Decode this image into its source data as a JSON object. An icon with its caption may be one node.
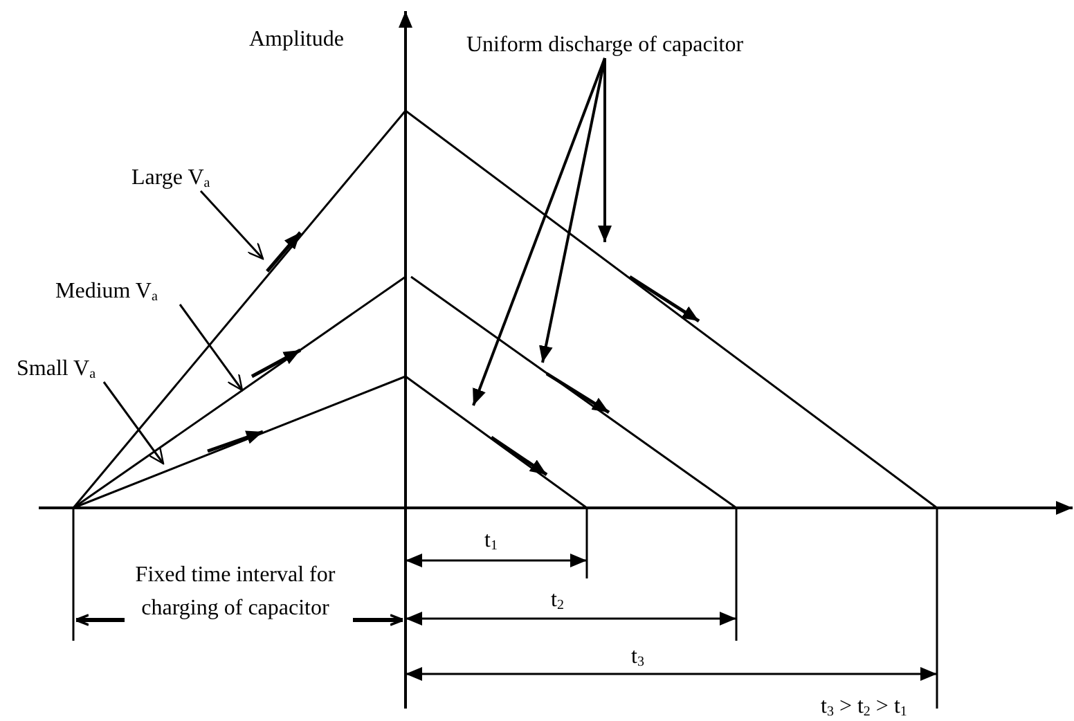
{
  "diagram": {
    "nodes": [
      {
        "text": [
          "Large V$_{a}$"
        ]
      },
      {
        "text": [
          "Medium V$_{a}$"
        ]
      },
      {
        "text": [
          "Small V$_{a}$"
        ]
      },
      {
        "text": [
          "Uniform discharge of capacitor"
        ]
      }
    ],
    "edges": [
      {
        "from": 0,
        "to": null,
        "arrow": "to"
      },
      {
        "from": 1,
        "to": null,
        "arrow": "to"
      },
      {
        "from": 2,
        "to": null,
        "arrow": "to"
      },
      {
        "from": 3,
        "to": null,
        "arrow": "to"
      },
      {
        "from": 3,
        "to": null,
        "arrow": "to"
      },
      {
        "from": 3,
        "to": null,
        "arrow": "to"
      }
    ],
    "labels": [
      "Amplitude",
      "t$_{1}$",
      "Fixed time interval for charging of capacitor",
      "t$_{2}$",
      "t$_{3}$",
      "t$_{3}$ > t$_{2}$ > t$_{1}$"
    ]
  }
}
